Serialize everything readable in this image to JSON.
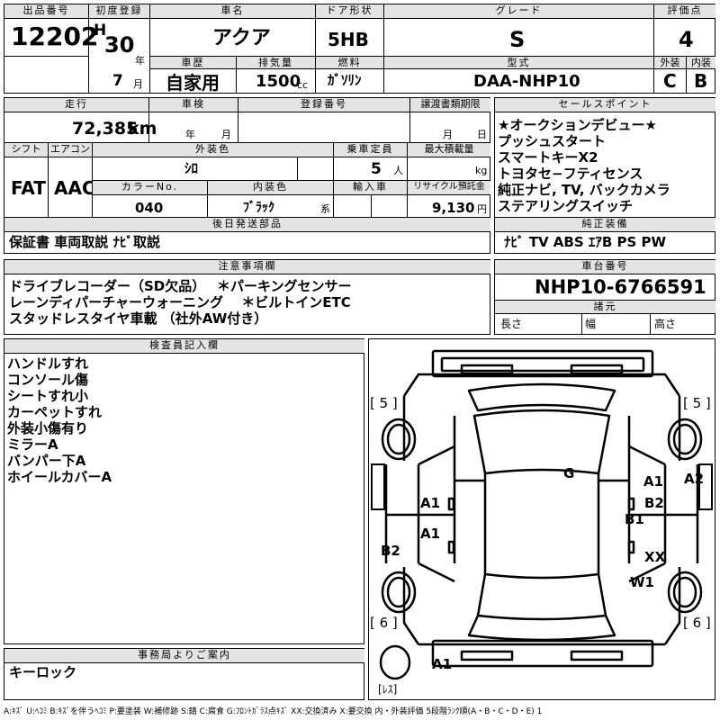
{
  "header": {
    "lot_no_label": "出品番号",
    "lot_no": "12202",
    "first_reg_label": "初度登録",
    "era": "H",
    "year": "30",
    "year_unit": "年",
    "month": "7",
    "month_unit": "月",
    "car_name_label": "車名",
    "car_name": "アクア",
    "door_label": "ドア形状",
    "door": "5HB",
    "grade_label": "グレード",
    "grade": "S",
    "score_label": "評価点",
    "score": "4",
    "history_label": "車歴",
    "history": "自家用",
    "displacement_label": "排気量",
    "displacement": "1500",
    "displacement_unit": "cc",
    "fuel_label": "燃料",
    "fuel": "ｶﾞｿﾘﾝ",
    "model_label": "型式",
    "model": "DAA-NHP10",
    "exterior_label": "外装",
    "exterior": "C",
    "interior_label": "内装",
    "interior": "B"
  },
  "row2": {
    "mileage_label": "走行",
    "mileage": "72,385",
    "mileage_unit": "km",
    "inspection_label": "車検",
    "insp_year_unit": "年",
    "insp_month_unit": "月",
    "reg_no_label": "登録番号",
    "transfer_label": "譲渡書類期限",
    "transfer_month_unit": "月",
    "transfer_day_unit": "日",
    "shift_label": "シフト",
    "shift": "FAT",
    "ac_label": "エアコン",
    "ac": "AAC",
    "ext_color_label": "外装色",
    "ext_color": "ｼﾛ",
    "capacity_label": "乗車定員",
    "capacity": "5",
    "capacity_unit": "人",
    "max_load_label": "最大積載量",
    "max_load_unit": "kg",
    "color_no_label": "カラーNo.",
    "color_no": "040",
    "int_color_label": "内装色",
    "int_color": "ﾌﾞﾗｯｸ",
    "int_color_suffix": "系",
    "import_label": "輸入車",
    "recycle_label": "リサイクル預託金",
    "recycle": "9,130",
    "recycle_unit": "円",
    "later_parts_label": "後日発送部品",
    "later_parts": "保証書 車両取説 ﾅﾋﾞ取説"
  },
  "sales_points": {
    "label": "セールスポイント",
    "items": [
      "★オークションデビュー★",
      "プッシュスタート",
      "スマートキーX2",
      "トヨタセ−フティセンス",
      "純正ナビ, TV, バックカメラ",
      "ステアリングスイッチ"
    ]
  },
  "equipment": {
    "label": "純正装備",
    "value": "ﾅﾋﾞ TV ABS ｴｱB PS PW"
  },
  "notes": {
    "label": "注意事項欄",
    "lines": [
      "ドライブレコーダー（SD欠品）　 ＊パーキングセンサー",
      "レーンディパーチャーウォーニング　 ＊ビルトインETC",
      "スタッドレスタイヤ車載 （社外AW付き）"
    ]
  },
  "chassis": {
    "label": "車台番号",
    "value": "NHP10-6766591",
    "dims_label": "諸元",
    "length_label": "長さ",
    "width_label": "幅",
    "height_label": "高さ"
  },
  "inspector": {
    "label": "検査員記入欄",
    "lines": [
      "ハンドルすれ",
      "コンソール傷",
      "シートすれ小",
      "カーペットすれ",
      "外装小傷有り",
      "ミラーA",
      "バンパー下A",
      "ホイールカバーA"
    ]
  },
  "office": {
    "label": "事務局よりご案内",
    "value": "キーロック"
  },
  "diagram": {
    "tire_fl": "[ 5 ]",
    "tire_fr": "[ 5 ]",
    "tire_rl": "[ 6 ]",
    "tire_rr": "[ 6 ]",
    "spare": "[ﾚｽ]",
    "marks": [
      "G",
      "A1",
      "A2",
      "B2",
      "B1",
      "XX",
      "W1",
      "A1",
      "A1",
      "B2",
      "A1"
    ]
  },
  "legend": "A:ｷｽﾞ U:ﾍｺﾐ B:ｷｽﾞを伴うﾍｺﾐ P:要塗装 W:補修跡 S:錆 C:腐食 G:ﾌﾛﾝﾄｶﾞﾗｽ点ｷｽﾞ XX:交換済み X:要交換 内・外装評価 5段階ﾗﾝｸ順(A・B・C・D・E) 1"
}
